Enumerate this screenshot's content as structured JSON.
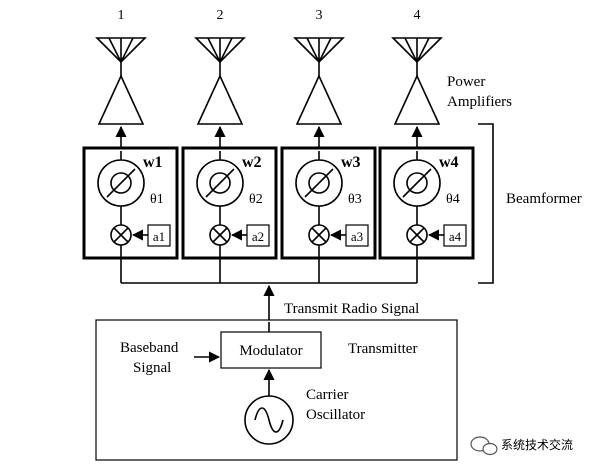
{
  "antennas": [
    {
      "number": "1",
      "weight": "w1",
      "phase": "θ1",
      "amplitude": "a1"
    },
    {
      "number": "2",
      "weight": "w2",
      "phase": "θ2",
      "amplitude": "a2"
    },
    {
      "number": "3",
      "weight": "w3",
      "phase": "θ3",
      "amplitude": "a3"
    },
    {
      "number": "4",
      "weight": "w4",
      "phase": "θ4",
      "amplitude": "a4"
    }
  ],
  "labels": {
    "power_line1": "Power",
    "power_line2": "Amplifiers",
    "beamformer": "Beamformer",
    "transmit_radio_signal": "Transmit Radio Signal",
    "baseband_line1": "Baseband",
    "baseband_line2": "Signal",
    "modulator": "Modulator",
    "transmitter": "Transmitter",
    "carrier_line1": "Carrier",
    "carrier_line2": "Oscillator",
    "watermark": "系统技术交流"
  },
  "icons": {
    "antenna": "antenna-icon",
    "amplifier": "amplifier-triangle-icon",
    "phase_shifter": "phase-shifter-icon",
    "mixer": "mixer-icon",
    "oscillator": "sine-wave-icon",
    "watermark_logo": "wechat-icon"
  }
}
